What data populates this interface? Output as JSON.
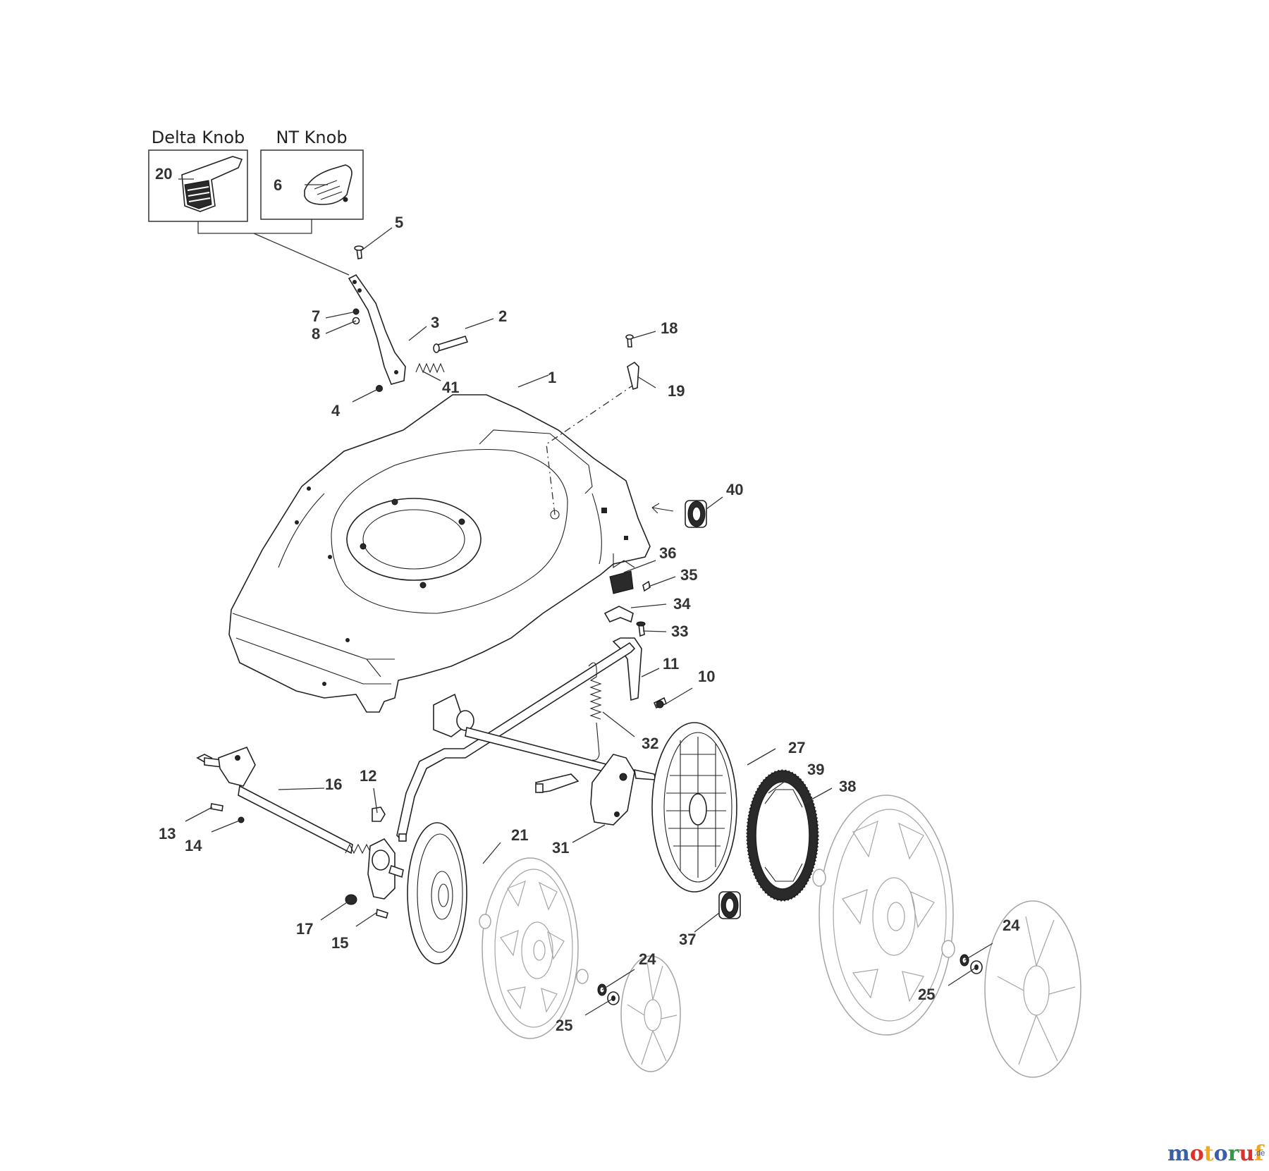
{
  "options": {
    "delta_title": "Delta Knob",
    "nt_title": "NT Knob"
  },
  "callouts": [
    "1",
    "2",
    "3",
    "4",
    "5",
    "6",
    "7",
    "8",
    "10",
    "11",
    "12",
    "13",
    "14",
    "15",
    "16",
    "17",
    "18",
    "19",
    "20",
    "21",
    "24",
    "24",
    "25",
    "25",
    "27",
    "31",
    "32",
    "33",
    "34",
    "35",
    "36",
    "37",
    "38",
    "39",
    "40",
    "41"
  ],
  "watermark": {
    "brand": "motoruf",
    "brand_parts": [
      "m",
      "o",
      "t",
      "o",
      "r",
      "u",
      "f"
    ],
    "brand_colors": [
      "#3a5ea8",
      "#e0302c",
      "#f2a81d",
      "#3a5ea8",
      "#2e9a48",
      "#e0302c",
      "#f2a81d"
    ],
    "suffix": ".de"
  }
}
